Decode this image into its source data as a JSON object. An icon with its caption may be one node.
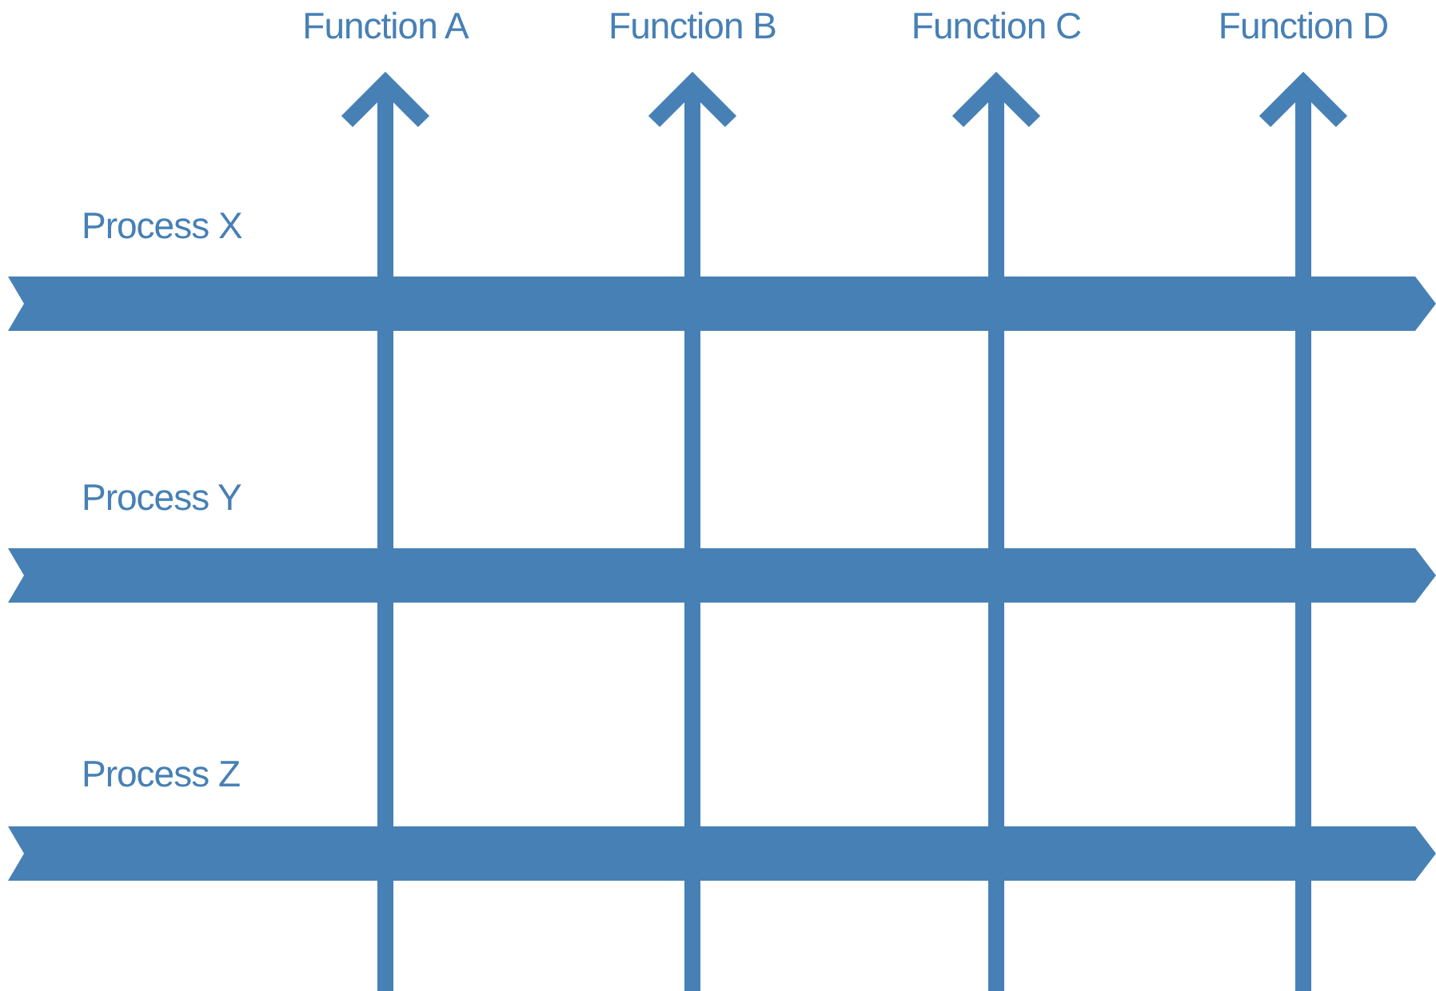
{
  "diagram": {
    "nodes": [
      {
        "text": [
          "Process X"
        ]
      },
      {
        "text": [
          "Process Y"
        ]
      },
      {
        "text": [
          "Process Z"
        ]
      },
      {
        "text": [
          "Function A"
        ]
      },
      {
        "text": [
          "Function B"
        ]
      },
      {
        "text": [
          "Function C"
        ]
      },
      {
        "text": [
          "Function D"
        ]
      }
    ],
    "edges": [
      {
        "from": null,
        "to": 3,
        "arrow": "to"
      },
      {
        "from": null,
        "to": 4,
        "arrow": "to"
      },
      {
        "from": null,
        "to": 5,
        "arrow": "to"
      },
      {
        "from": null,
        "to": 6,
        "arrow": "to"
      }
    ]
  }
}
